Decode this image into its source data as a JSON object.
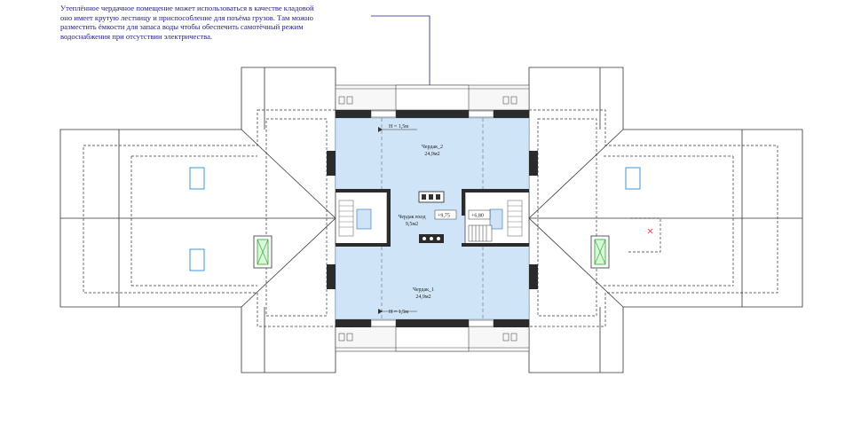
{
  "annotation": {
    "lines": [
      "Утеплённое чердачное помещение может использоваться в качестве кладовой",
      "оно имеет крутую лестницу и приспособление для поъёма грузов. Там можно",
      "разместить ёмкости для запаса воды чтобы обеспечить самотёчный режим",
      "водоснабжения при отсутствии электричества."
    ],
    "color": "#1b1b8c"
  },
  "plan": {
    "attic_fill": "#cfe4f7",
    "wall_color": "#2b2b2b",
    "rooms": {
      "attic_2": {
        "name": "Чердак_2",
        "area": "24,9м2"
      },
      "attic_entrance": {
        "name": "Чердак вход",
        "area": "9,5м2"
      },
      "attic_1": {
        "name": "Чердак_1",
        "area": "24,9м2"
      }
    },
    "heights": {
      "top": "H = 1,5м",
      "bottom": "H = 1,5м"
    },
    "levels": {
      "left": "+9,75",
      "right": "+6,80"
    }
  }
}
